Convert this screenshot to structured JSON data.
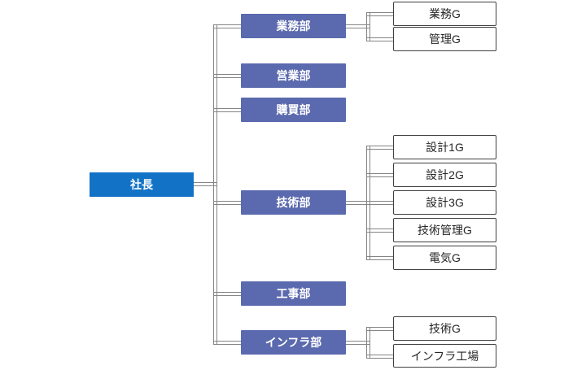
{
  "root": {
    "label": "社長"
  },
  "departments": [
    {
      "label": "業務部",
      "children": [
        "業務G",
        "管理G"
      ]
    },
    {
      "label": "営業部",
      "children": []
    },
    {
      "label": "購買部",
      "children": []
    },
    {
      "label": "技術部",
      "children": [
        "設計1G",
        "設計2G",
        "設計3G",
        "技術管理G",
        "電気G"
      ]
    },
    {
      "label": "工事部",
      "children": []
    },
    {
      "label": "インフラ部",
      "children": [
        "技術G",
        "インフラ工場"
      ]
    }
  ],
  "colors": {
    "president_bg": "#1273C6",
    "president_text": "#FFFFFF",
    "department_bg": "#5B69AE",
    "department_text": "#FFFFFF",
    "group_bg": "#FFFFFF",
    "group_border": "#404040",
    "group_text": "#262626",
    "connector_line": "#848484"
  }
}
